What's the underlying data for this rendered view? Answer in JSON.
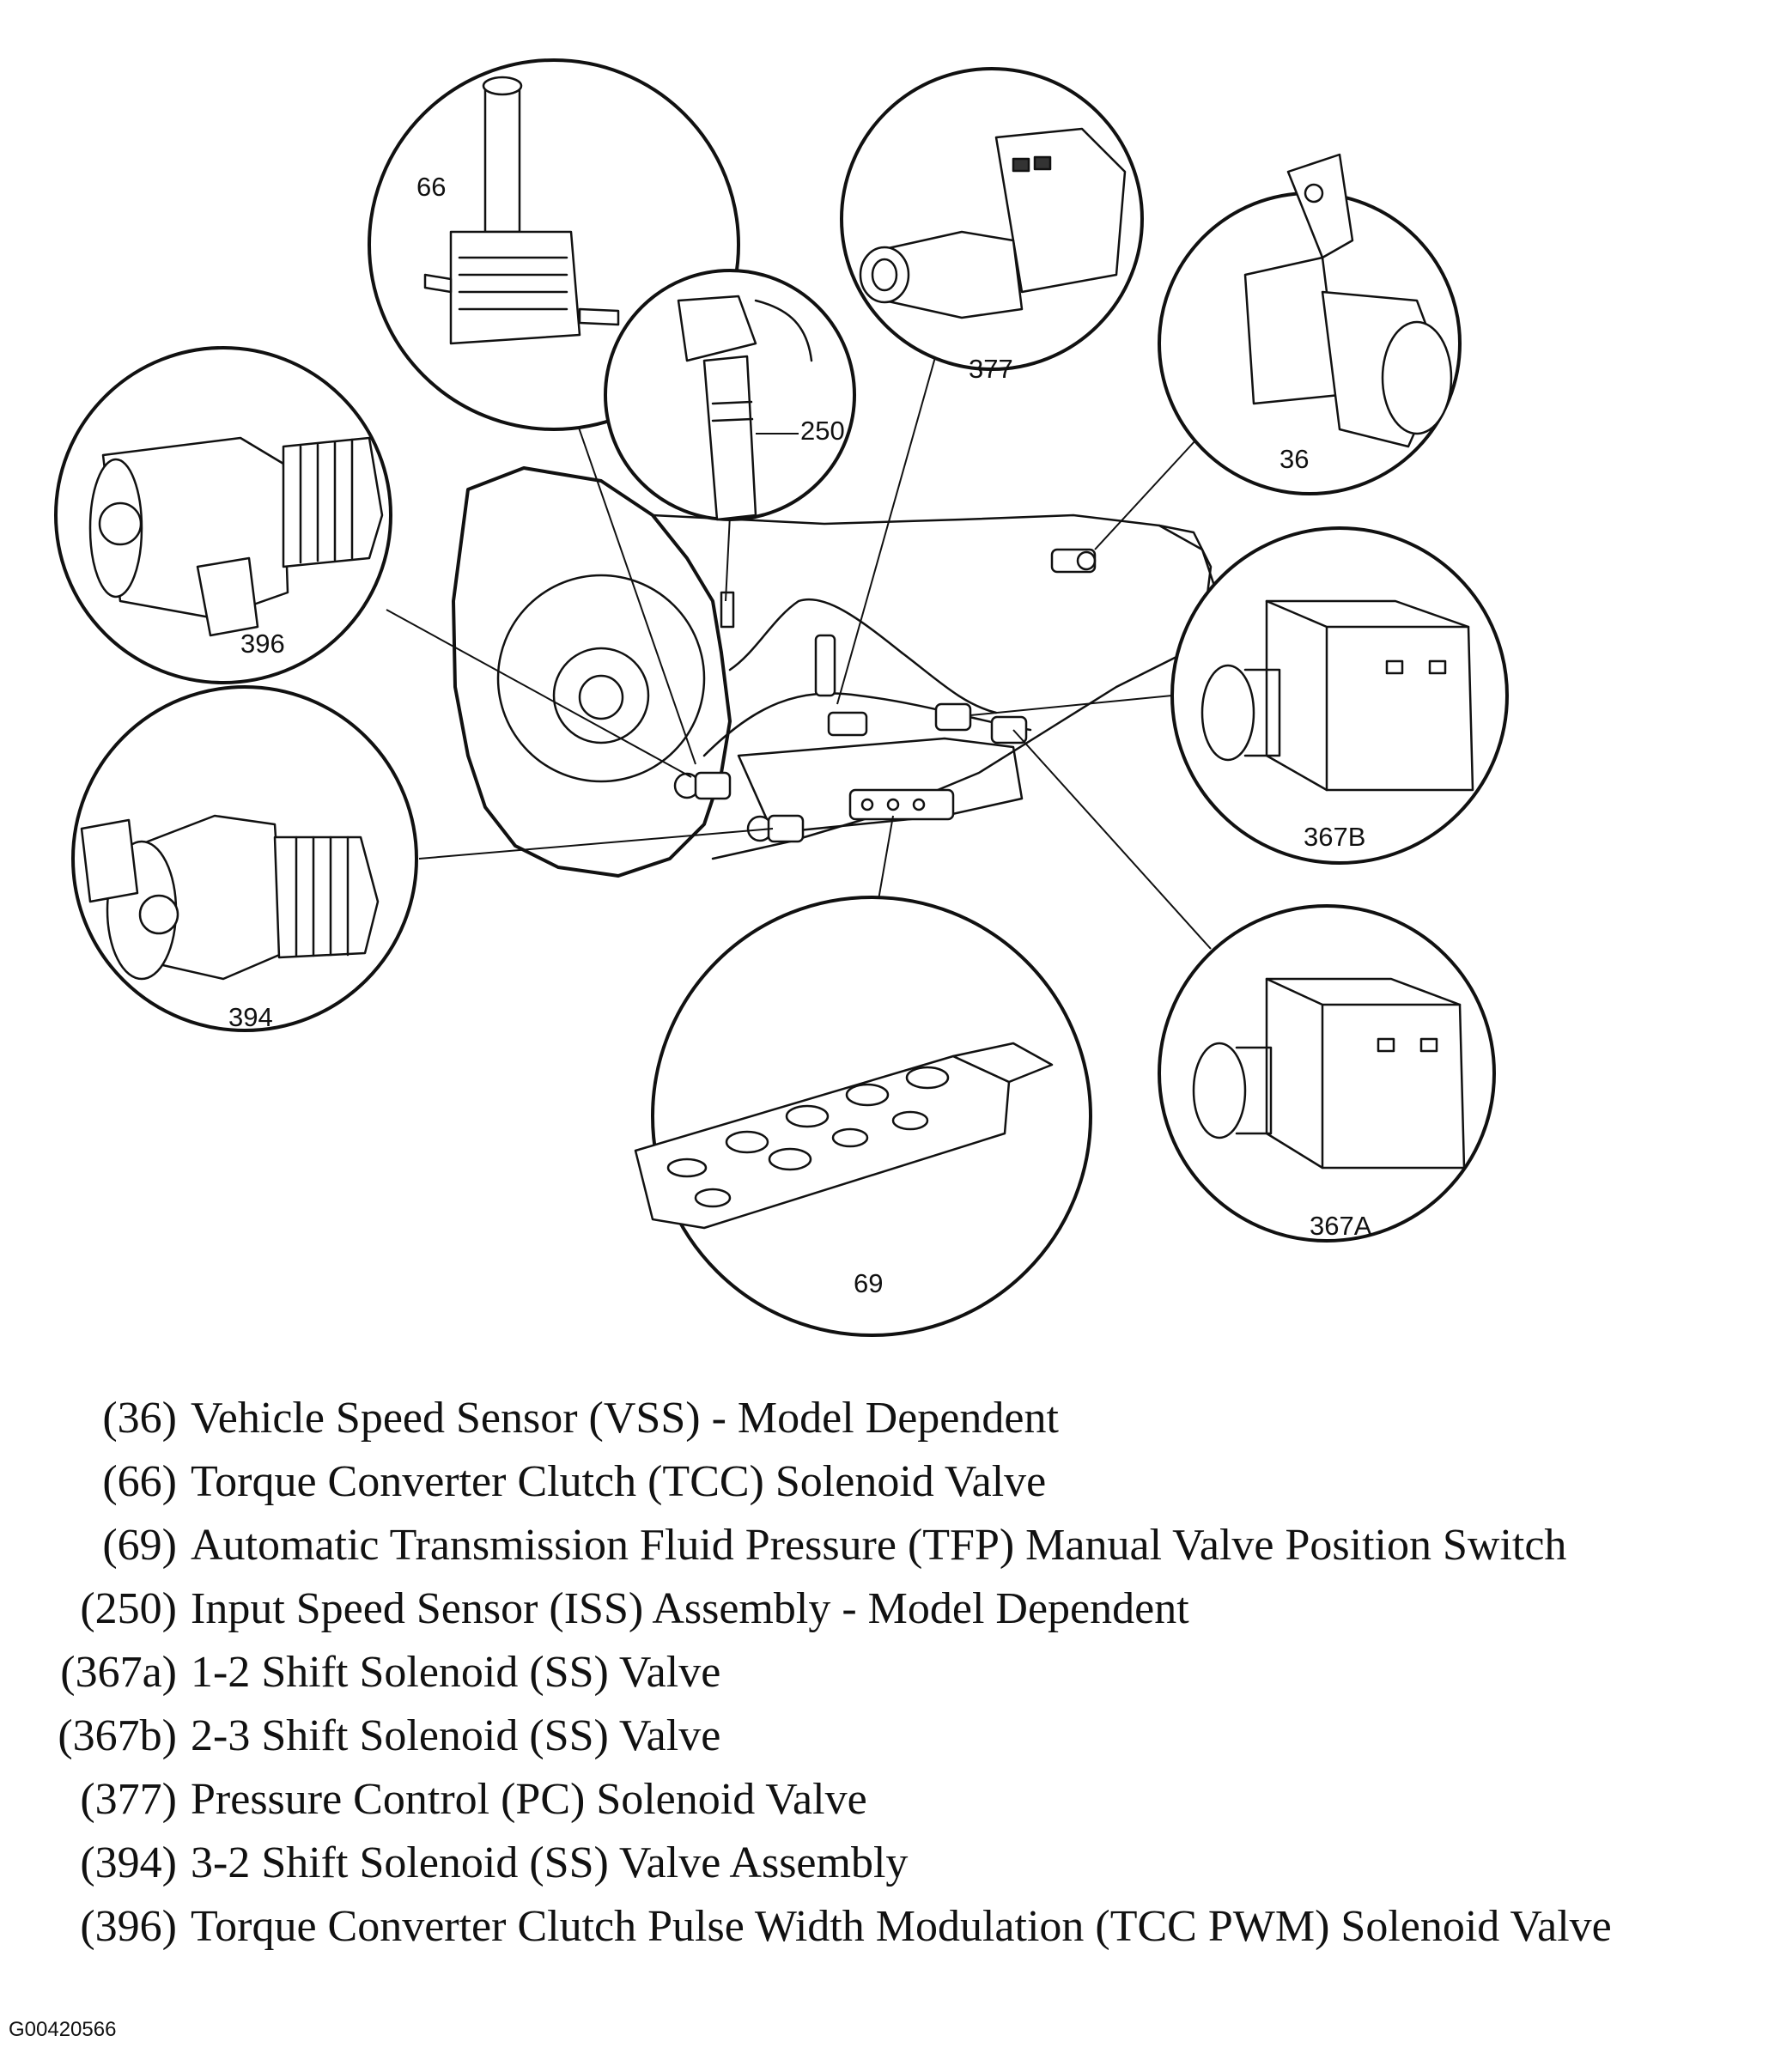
{
  "callouts": {
    "c66": "66",
    "c377": "377",
    "c250": "250",
    "c36": "36",
    "c396": "396",
    "c367b": "367B",
    "c394": "394",
    "c367a": "367A",
    "c69": "69"
  },
  "legend": [
    {
      "code": "(36)",
      "text": "Vehicle Speed Sensor (VSS) - Model Dependent"
    },
    {
      "code": "(66)",
      "text": "Torque Converter Clutch (TCC) Solenoid Valve"
    },
    {
      "code": "(69)",
      "text": "Automatic Transmission Fluid Pressure (TFP) Manual Valve Position Switch"
    },
    {
      "code": "(250)",
      "text": "Input Speed Sensor (ISS) Assembly - Model Dependent"
    },
    {
      "code": "(367a)",
      "text": "1-2 Shift Solenoid (SS) Valve"
    },
    {
      "code": "(367b)",
      "text": "2-3 Shift Solenoid (SS) Valve"
    },
    {
      "code": "(377)",
      "text": "Pressure Control (PC) Solenoid Valve"
    },
    {
      "code": "(394)",
      "text": "3-2 Shift Solenoid (SS) Valve Assembly"
    },
    {
      "code": "(396)",
      "text": "Torque Converter Clutch Pulse Width Modulation (TCC PWM) Solenoid Valve"
    }
  ],
  "figure_id": "G00420566"
}
